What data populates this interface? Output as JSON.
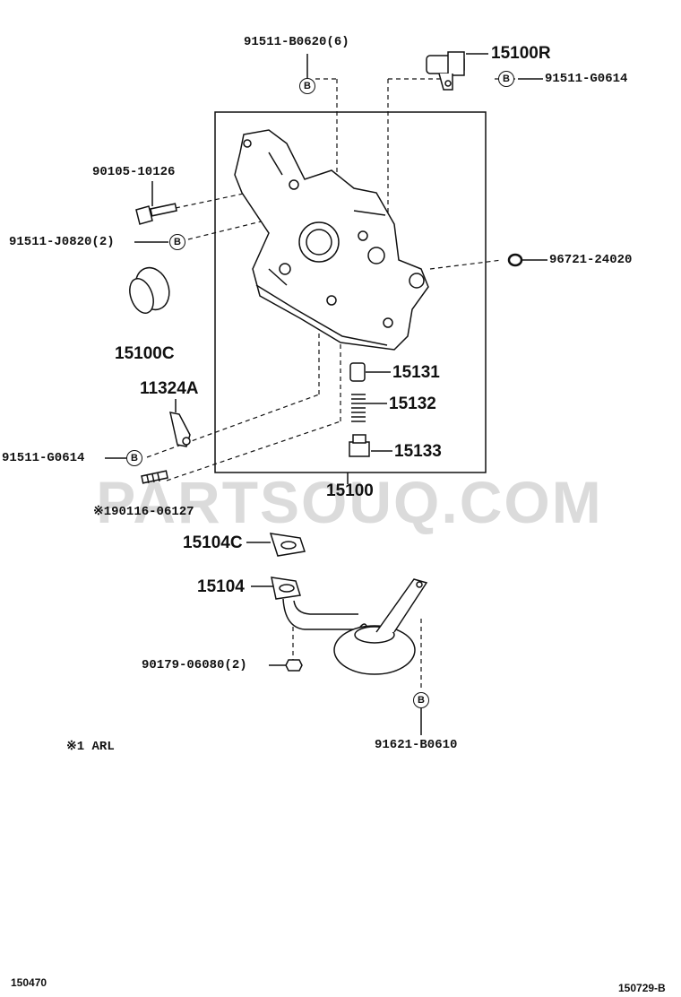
{
  "parts": {
    "bolt_top": "91511-B0620(6)",
    "sensor": "15100R",
    "bolt_sensor": "91511-G0614",
    "bolt_left": "90105-10126",
    "bolt_b_left": "91511-J0820(2)",
    "oring": "96721-24020",
    "seal": "15100C",
    "valve": "15131",
    "spring": "15132",
    "plug": "15133",
    "bracket": "11324A",
    "bolt_bracket": "91511-G0614",
    "stud": "※190116-06127",
    "pump": "15100",
    "gasket": "15104C",
    "strainer": "15104",
    "nut": "90179-06080(2)",
    "bolt_strainer": "91621-B0610"
  },
  "badge_letter": "B",
  "note": "※1 ARL",
  "watermark": "PARTSOUQ.COM",
  "footer": {
    "left_code": "150470",
    "right_code": "150729-B"
  }
}
